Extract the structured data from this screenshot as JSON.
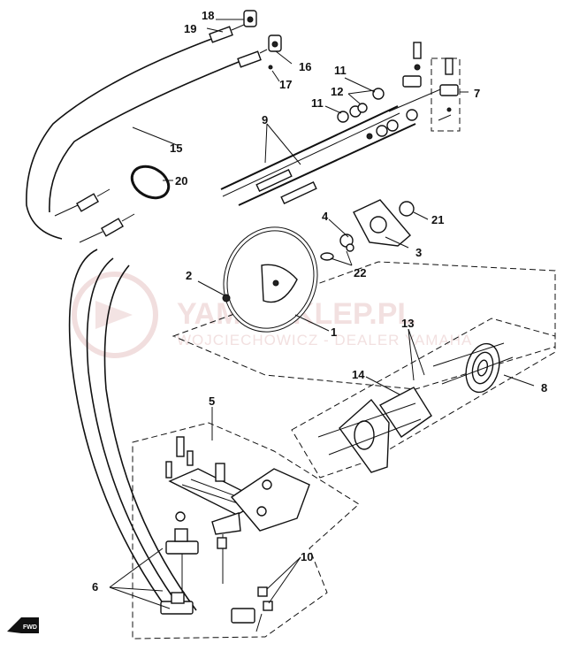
{
  "watermark": {
    "main_text": "YAMA-SKLEP.PL",
    "sub_text": "WOJCIECHOWICZ - DEALER YAMAHA",
    "color": "#e8c8c8"
  },
  "direction_marker": {
    "text": "FWD"
  },
  "callouts": {
    "c1": "1",
    "c2": "2",
    "c3": "3",
    "c4": "4",
    "c5": "5",
    "c6": "6",
    "c7": "7",
    "c8": "8",
    "c9": "9",
    "c10": "10",
    "c11a": "11",
    "c11b": "11",
    "c12": "12",
    "c13": "13",
    "c14": "14",
    "c15": "15",
    "c16": "16",
    "c17": "17",
    "c18": "18",
    "c19": "19",
    "c20": "20",
    "c21": "21",
    "c22": "22"
  }
}
